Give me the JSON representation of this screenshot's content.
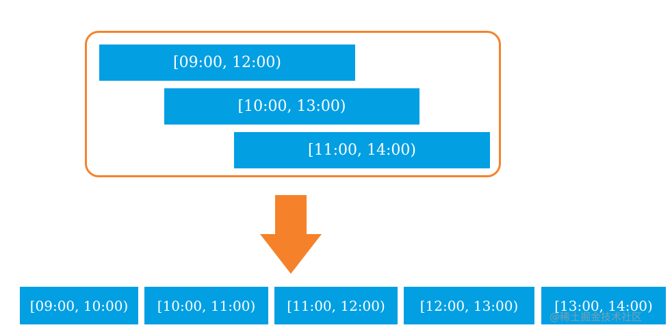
{
  "input_intervals": [
    {
      "label": "[09:00, 12:00)"
    },
    {
      "label": "[10:00, 13:00)"
    },
    {
      "label": "[11:00, 14:00)"
    }
  ],
  "output_intervals": [
    {
      "label": "[09:00, 10:00)"
    },
    {
      "label": "[10:00, 11:00)"
    },
    {
      "label": "[11:00, 12:00)"
    },
    {
      "label": "[12:00, 13:00)"
    },
    {
      "label": "[13:00, 14:00)"
    }
  ],
  "watermark": "@稀土掘金技术社区",
  "colors": {
    "bar_fill": "#039fe3",
    "bar_text": "#ffffff",
    "frame_border": "#f5822a",
    "arrow_fill": "#f5822a"
  }
}
